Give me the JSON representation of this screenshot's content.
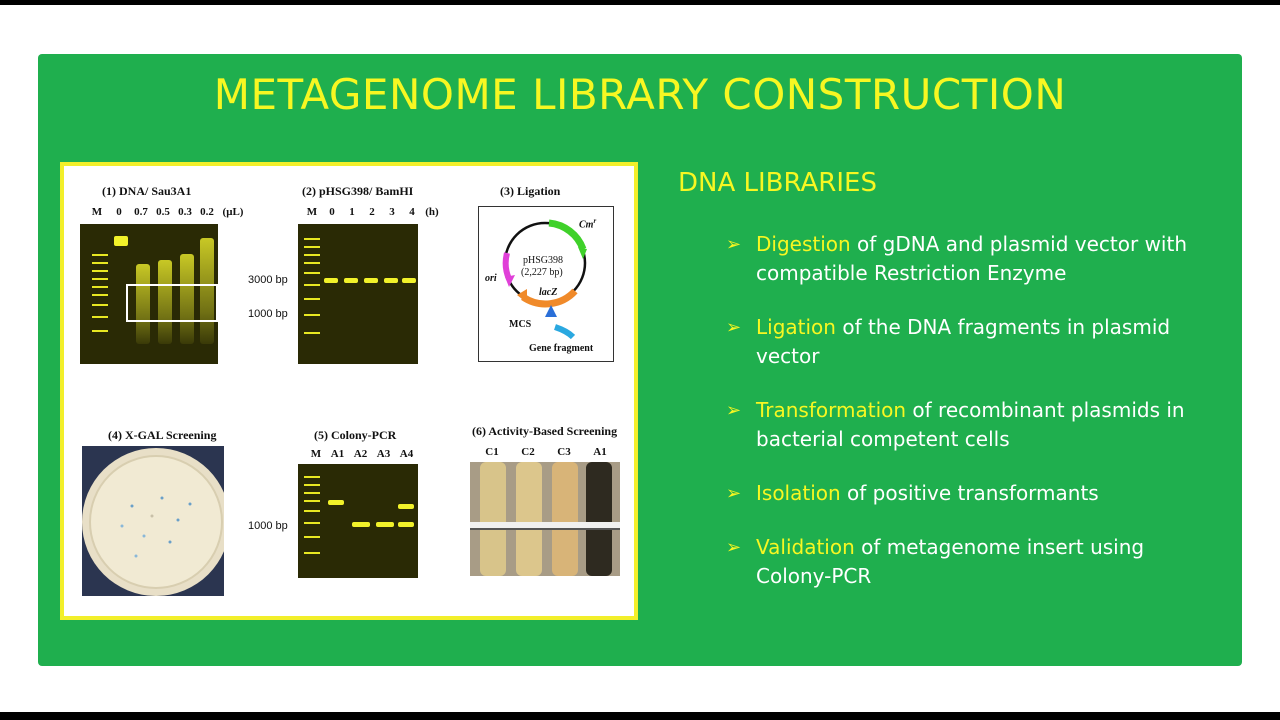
{
  "slide": {
    "title": "METAGENOME LIBRARY CONSTRUCTION",
    "heading": "DNA LIBRARIES",
    "steps": [
      {
        "keyword": "Digestion",
        "text": " of gDNA and plasmid vector with compatible Restriction Enzyme"
      },
      {
        "keyword": "Ligation",
        "text": " of the DNA fragments in plasmid vector"
      },
      {
        "keyword": "Transformation",
        "text": " of recombinant plasmids in bacterial competent cells"
      },
      {
        "keyword": "Isolation",
        "text": " of positive transformants"
      },
      {
        "keyword": "Validation",
        "text": " of metagenome insert using Colony-PCR"
      }
    ]
  },
  "figure": {
    "panel1": {
      "title": "(1) DNA/ Sau3A1",
      "lanes": [
        "M",
        "0",
        "0.7",
        "0.5",
        "0.3",
        "0.2"
      ],
      "unit": "(μL)"
    },
    "panel2": {
      "title": "(2) pHSG398/ BamHI",
      "lanes": [
        "M",
        "0",
        "1",
        "2",
        "3",
        "4"
      ],
      "unit": "(h)",
      "bp_high": "3000 bp",
      "bp_low": "1000 bp"
    },
    "panel3": {
      "title": "(3) Ligation",
      "plasmid": "pHSG398",
      "size": "(2,227 bp)",
      "cm": "Cm",
      "cm_sup": "r",
      "ori": "ori",
      "lacz": "lacZ",
      "mcs": "MCS",
      "gene": "Gene fragment"
    },
    "panel4": {
      "title": "(4) X-GAL Screening"
    },
    "panel5": {
      "title": "(5) Colony-PCR",
      "lanes": [
        "M",
        "A1",
        "A2",
        "A3",
        "A4"
      ],
      "bp": "1000 bp"
    },
    "panel6": {
      "title": "(6) Activity-Based Screening",
      "tubes": [
        "C1",
        "C2",
        "C3",
        "A1"
      ]
    }
  },
  "colors": {
    "slide_bg": "#1faf4e",
    "accent": "#f7f722",
    "text": "#ffffff",
    "frame": "#f2ef2a"
  }
}
